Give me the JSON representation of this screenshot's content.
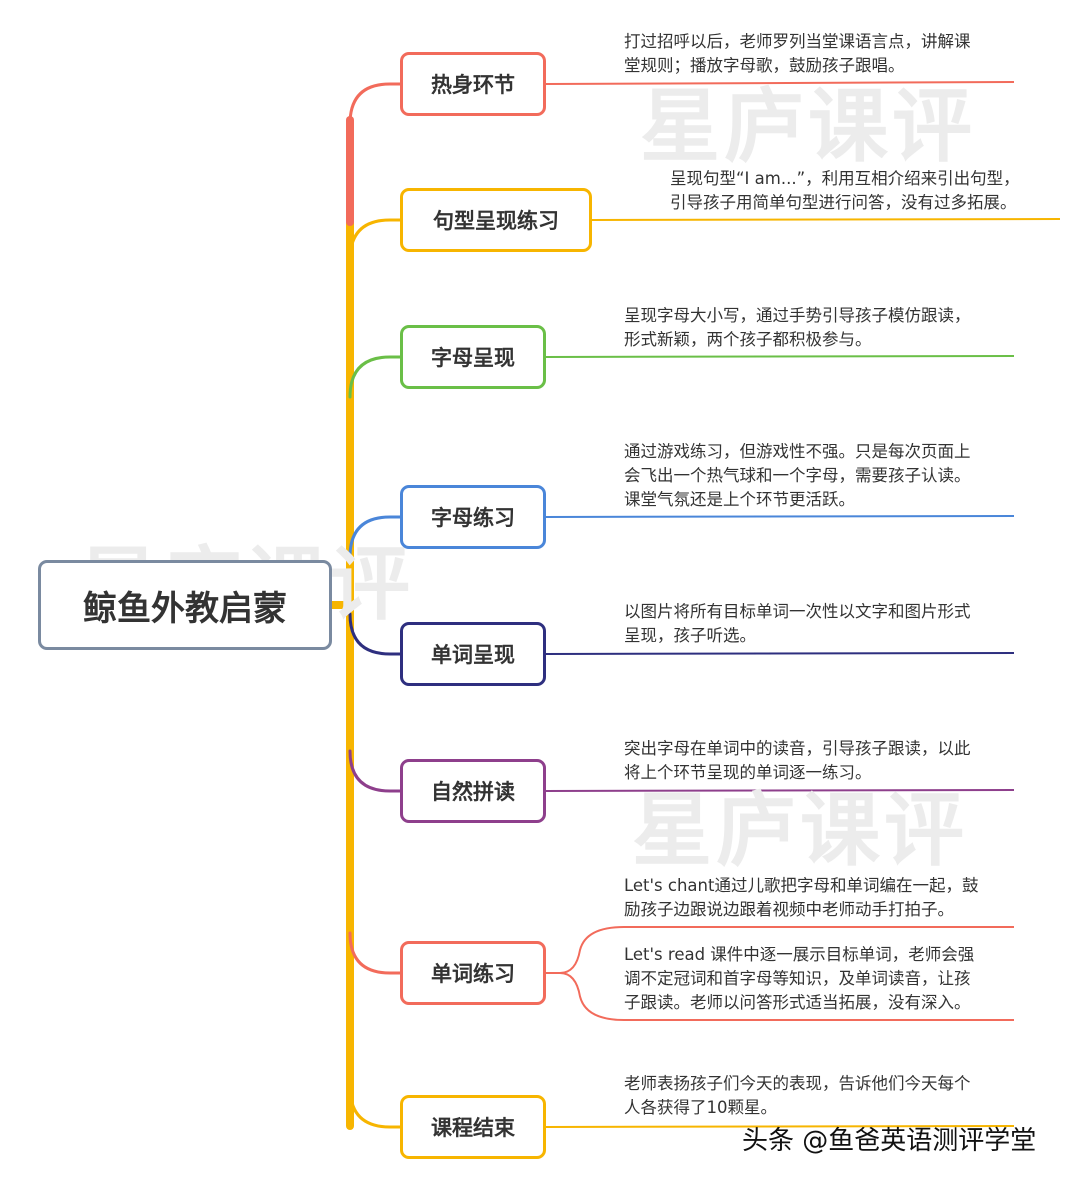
{
  "root": {
    "label": "鲸鱼外教启蒙"
  },
  "branches": [
    {
      "label": "热身环节",
      "color": "#f26b5b",
      "descriptions": [
        [
          "打过招呼以后，老师罗列当堂课语言点，讲解课",
          "堂规则；播放字母歌，鼓励孩子跟唱。"
        ]
      ]
    },
    {
      "label": "句型呈现练习",
      "color": "#f7b500",
      "descriptions": [
        [
          "呈现句型“I am...”，利用互相介绍来引出句型，",
          "引导孩子用简单句型进行问答，没有过多拓展。"
        ]
      ]
    },
    {
      "label": "字母呈现",
      "color": "#6abf47",
      "descriptions": [
        [
          "呈现字母大小写，通过手势引导孩子模仿跟读，",
          "形式新颖，两个孩子都积极参与。"
        ]
      ]
    },
    {
      "label": "字母练习",
      "color": "#4a86d9",
      "descriptions": [
        [
          "通过游戏练习，但游戏性不强。只是每次页面上",
          "会飞出一个热气球和一个字母，需要孩子认读。",
          "课堂气氛还是上个环节更活跃。"
        ]
      ]
    },
    {
      "label": "单词呈现",
      "color": "#2e2f7f",
      "descriptions": [
        [
          "以图片将所有目标单词一次性以文字和图片形式",
          "呈现，孩子听选。"
        ]
      ]
    },
    {
      "label": "自然拼读",
      "color": "#8e3f8c",
      "descriptions": [
        [
          "突出字母在单词中的读音，引导孩子跟读，以此",
          "将上个环节呈现的单词逐一练习。"
        ]
      ]
    },
    {
      "label": "单词练习",
      "color": "#f26b5b",
      "descriptions": [
        [
          "Let's chant通过儿歌把字母和单词编在一起，鼓",
          "励孩子边跟说边跟着视频中老师动手打拍子。"
        ],
        [
          "Let's read 课件中逐一展示目标单词，老师会强",
          "调不定冠词和首字母等知识，及单词读音，让孩",
          "子跟读。老师以问答形式适当拓展，没有深入。"
        ]
      ]
    },
    {
      "label": "课程结束",
      "color": "#f7b500",
      "descriptions": [
        [
          "老师表扬孩子们今天的表现，告诉他们今天每个",
          "人各获得了10颗星。"
        ]
      ]
    }
  ],
  "watermark": {
    "text": "星庐课评"
  },
  "credit": {
    "text": "头条 @鱼爸英语测评学堂"
  }
}
